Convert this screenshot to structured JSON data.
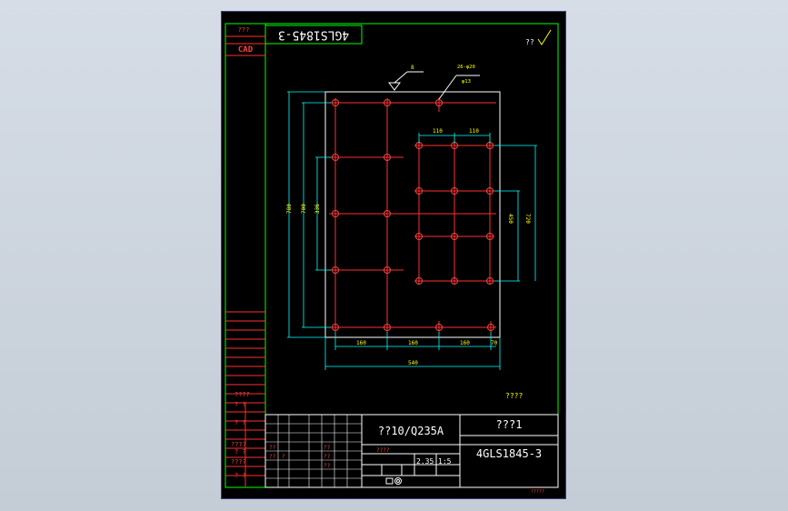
{
  "drawing": {
    "code_rotated": "4GLS1845-3",
    "software_tag": "CAD",
    "corner_code_top": "???",
    "roughness_note": "??",
    "note": "????",
    "bottom_note": "?????",
    "weld_symbol_text": "8",
    "hole_callout": {
      "line1": "26-φ20",
      "line2": "φ13"
    }
  },
  "dimensions": {
    "top_left": "110",
    "top_right": "110",
    "left_outer": "780",
    "left_mid": "700",
    "left_inner": "336",
    "right_inner": "450",
    "right_outer": "720",
    "bottom_1": "160",
    "bottom_2": "160",
    "bottom_3": "160",
    "bottom_4": "70",
    "bottom_total": "540"
  },
  "title_block": {
    "material": "??10/Q235A",
    "part_name": "???1",
    "drawing_number": "4GLS1845-3",
    "scale_label": "1:5",
    "weight_label": "2.35",
    "sheet_label": "????",
    "left_labels": [
      "????",
      "? ?",
      "? ?",
      "????",
      "? ?",
      "????",
      "? ?"
    ],
    "small_labels": [
      "??",
      "??",
      "?",
      "??",
      "??",
      "??"
    ]
  },
  "colors": {
    "frame": "#00ff00",
    "center_lines": "#ff3030",
    "dimension": "#00ffff",
    "outline": "#ffffff",
    "annotation": "#ffff00"
  }
}
